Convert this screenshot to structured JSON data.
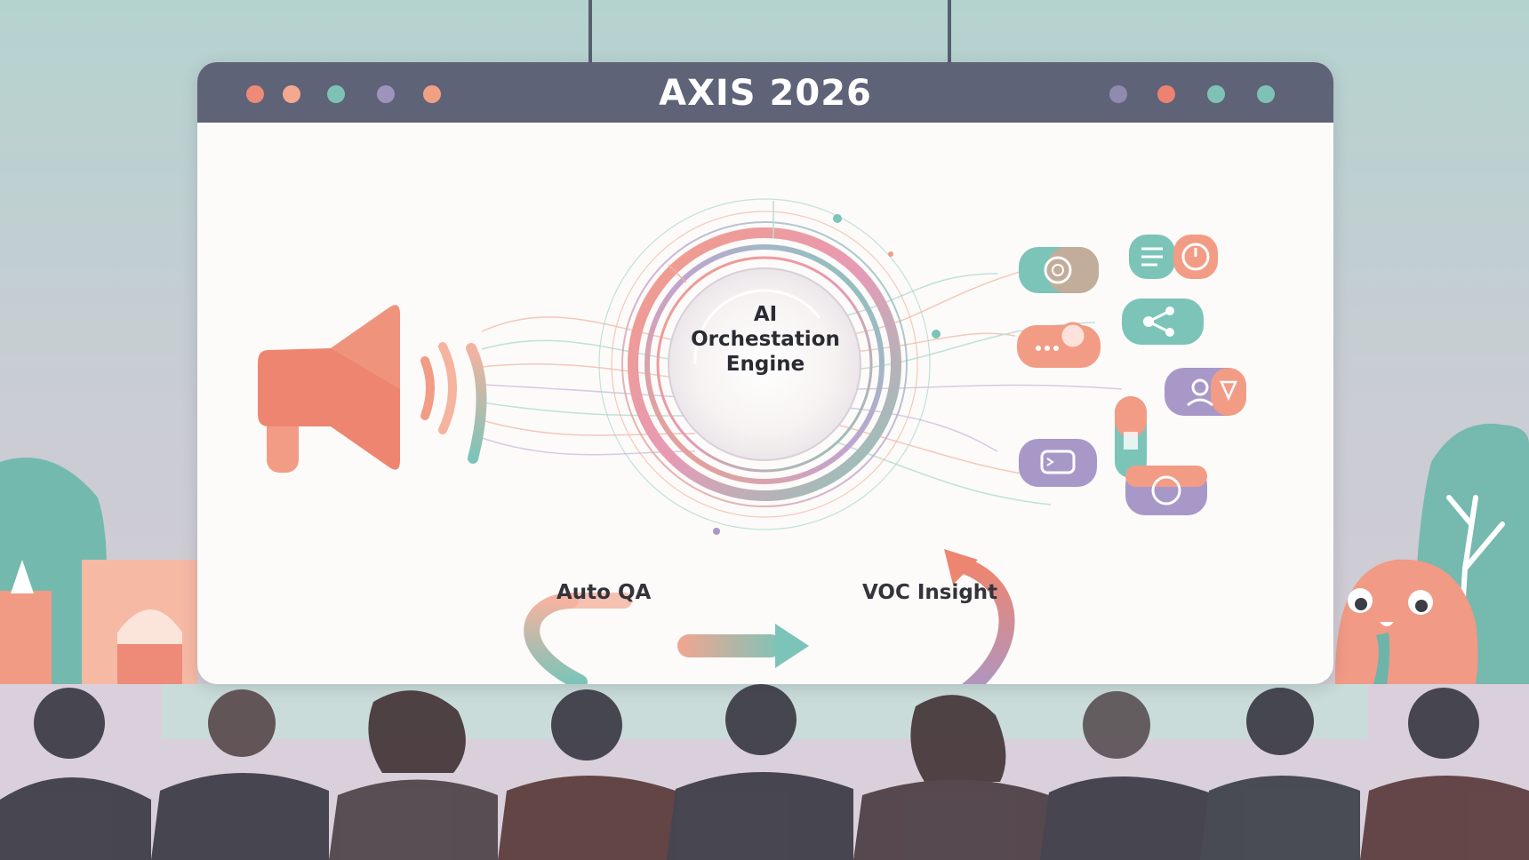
{
  "window": {
    "title": "AXIS 2026",
    "left_dots": [
      "#ee8a78",
      "#f4a890",
      "#7ec2b6",
      "#9d93bc",
      "#f1a183"
    ],
    "right_dots": [
      "#8f8ab0",
      "#ee8270",
      "#7ec2b6",
      "#7ec2b6"
    ]
  },
  "engine": {
    "line1": "AI",
    "line2": "Orchestation",
    "line3": "Engine"
  },
  "flow": {
    "left_label": "Auto QA",
    "right_label": "VOC Insight"
  },
  "icons": [
    "megaphone-icon",
    "search-chat-icon",
    "list-icon",
    "clock-icon",
    "share-icon",
    "typing-bubble-icon",
    "person-tool-icon",
    "battery-icon",
    "terminal-icon",
    "chat-icon"
  ],
  "colors": {
    "coral": "#ee8570",
    "teal": "#7cc4b8",
    "lavender": "#a898c8",
    "titlebar": "#5f6377",
    "audience": "#3b3a44"
  }
}
